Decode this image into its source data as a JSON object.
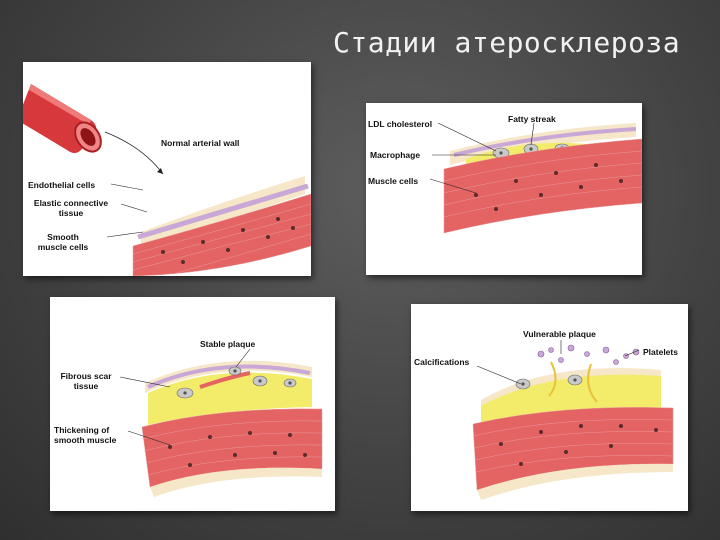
{
  "title": "Стадии атеросклероза",
  "colors": {
    "background": "#454545",
    "muscle": "#e06060",
    "plaque": "#f3ec6a",
    "panel": "#ffffff"
  },
  "panels": {
    "normal": {
      "normal_wall": "Normal arterial wall",
      "endothelial": "Endothelial cells",
      "elastic_1": "Elastic connective",
      "elastic_2": "tissue",
      "smooth_1": "Smooth",
      "smooth_2": "muscle cells"
    },
    "fatty": {
      "ldl": "LDL cholesterol",
      "fatty_streak": "Fatty streak",
      "macrophage": "Macrophage",
      "muscle_cells": "Muscle cells"
    },
    "stable": {
      "stable_plaque": "Stable plaque",
      "fibrous_1": "Fibrous scar",
      "fibrous_2": "tissue",
      "thickening_1": "Thickening of",
      "thickening_2": "smooth muscle"
    },
    "vulnerable": {
      "vulnerable_plaque": "Vulnerable plaque",
      "calcifications": "Calcifications",
      "platelets": "Platelets"
    }
  }
}
